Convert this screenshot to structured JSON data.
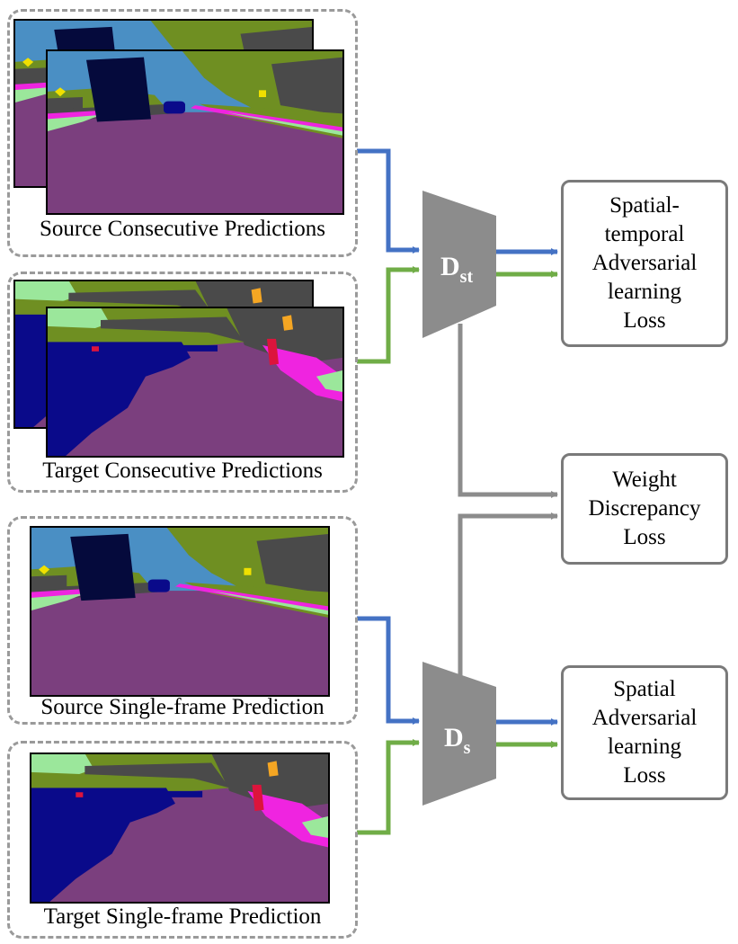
{
  "inputs": {
    "source_consecutive": "Source Consecutive Predictions",
    "target_consecutive": "Target Consecutive Predictions",
    "source_single": "Source Single-frame Prediction",
    "target_single": "Target Single-frame Prediction"
  },
  "discriminators": {
    "st": {
      "main": "D",
      "sub": "st"
    },
    "s": {
      "main": "D",
      "sub": "s"
    }
  },
  "losses": {
    "spatial_temporal": [
      "Spatial-",
      "temporal",
      "Adversarial",
      "learning",
      "Loss"
    ],
    "weight_discrepancy": [
      "Weight",
      "Discrepancy",
      "Loss"
    ],
    "spatial": [
      "Spatial",
      "Adversarial",
      "learning",
      "Loss"
    ]
  },
  "colors": {
    "source_arrow": "#4472C4",
    "target_arrow": "#70AD47",
    "gray_arrow": "#8c8c8c",
    "discriminator": "#8c8c8c",
    "road": "#7b3f7e",
    "sky": "#4a8fc4",
    "vegetation": "#6f8f22",
    "building": "#4a4a4a",
    "car": "#0a0a8a",
    "truck": "#050a3c",
    "sidewalk": "#ef24e0",
    "terrain": "#9be79b",
    "person": "#dc143c",
    "sign": "#f0e000"
  }
}
